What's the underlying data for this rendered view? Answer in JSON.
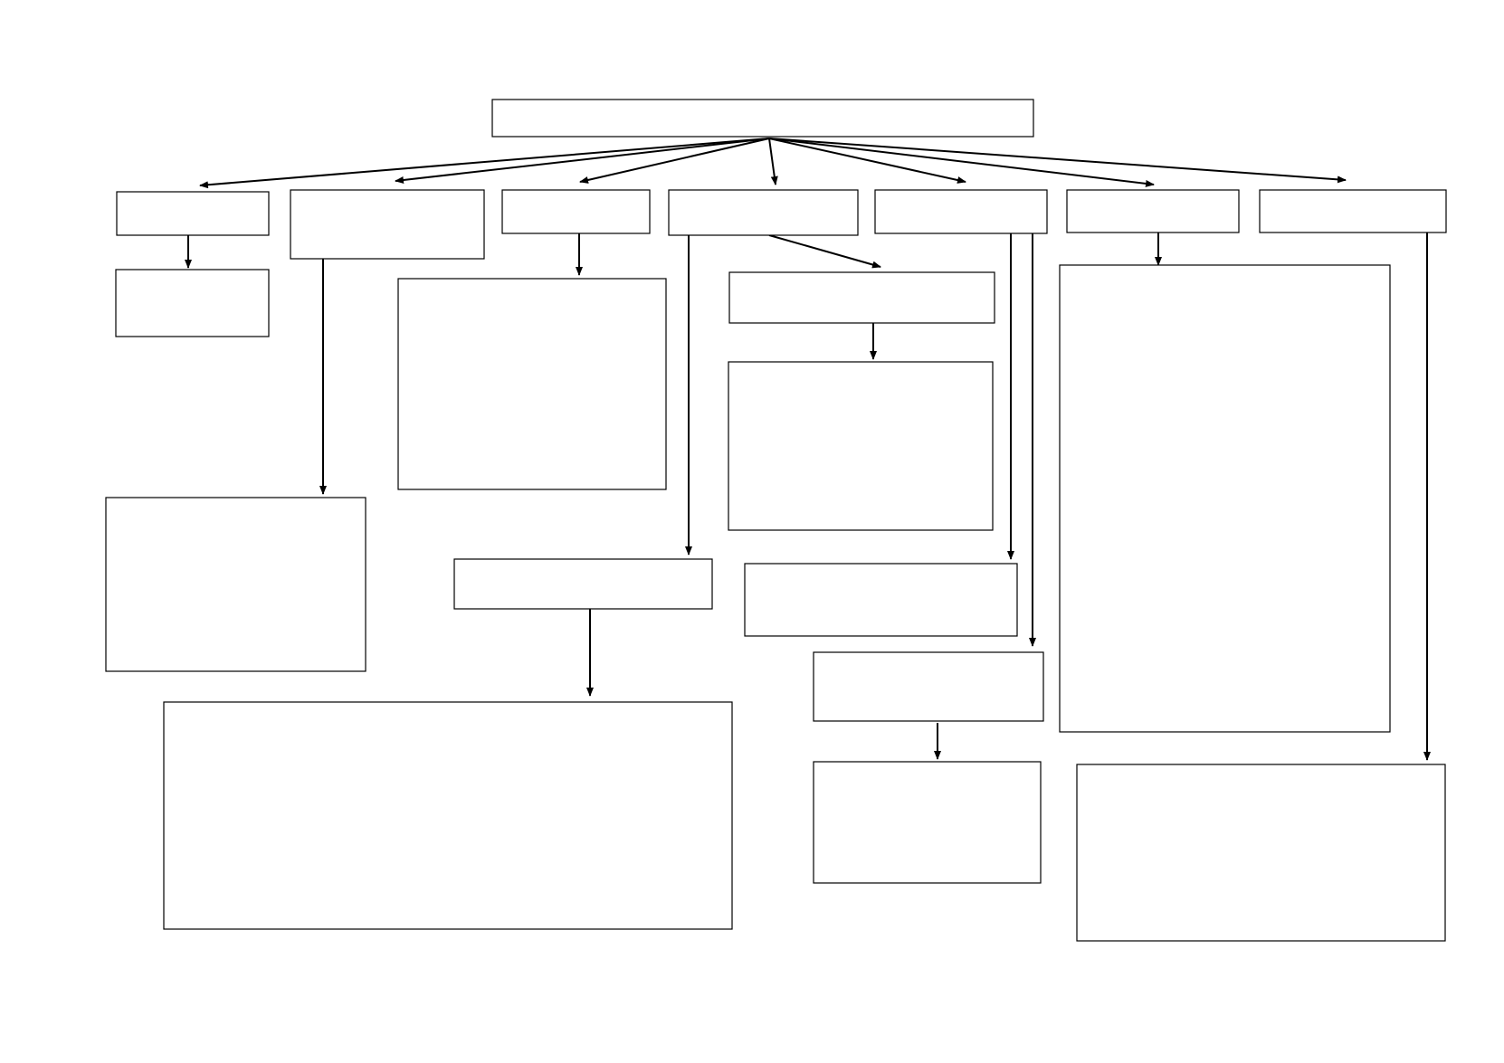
{
  "diagram": {
    "line_color": "#000000",
    "box_stroke": "#000000",
    "box_fill": "#ffffff",
    "nodes": [
      {
        "id": "root",
        "label": ""
      },
      {
        "id": "l1-a",
        "label": ""
      },
      {
        "id": "l1-b",
        "label": ""
      },
      {
        "id": "l1-c",
        "label": ""
      },
      {
        "id": "l1-d",
        "label": ""
      },
      {
        "id": "l1-e",
        "label": ""
      },
      {
        "id": "l1-f",
        "label": ""
      },
      {
        "id": "l1-g",
        "label": ""
      },
      {
        "id": "a-child",
        "label": ""
      },
      {
        "id": "b-child",
        "label": ""
      },
      {
        "id": "c-child",
        "label": ""
      },
      {
        "id": "d-child-1",
        "label": ""
      },
      {
        "id": "d-child-1-sub",
        "label": ""
      },
      {
        "id": "d-child-2",
        "label": ""
      },
      {
        "id": "d-child-2-sub",
        "label": ""
      },
      {
        "id": "e-child-1",
        "label": ""
      },
      {
        "id": "e-child-2",
        "label": ""
      },
      {
        "id": "e-child-2-sub",
        "label": ""
      },
      {
        "id": "f-child",
        "label": ""
      },
      {
        "id": "g-child",
        "label": ""
      }
    ],
    "edges": [
      {
        "from": "root",
        "to": "l1-a"
      },
      {
        "from": "root",
        "to": "l1-b"
      },
      {
        "from": "root",
        "to": "l1-c"
      },
      {
        "from": "root",
        "to": "l1-d"
      },
      {
        "from": "root",
        "to": "l1-e"
      },
      {
        "from": "root",
        "to": "l1-f"
      },
      {
        "from": "root",
        "to": "l1-g"
      },
      {
        "from": "l1-a",
        "to": "a-child"
      },
      {
        "from": "l1-b",
        "to": "b-child"
      },
      {
        "from": "l1-c",
        "to": "c-child"
      },
      {
        "from": "l1-d",
        "to": "d-child-1"
      },
      {
        "from": "d-child-1",
        "to": "d-child-1-sub"
      },
      {
        "from": "l1-d",
        "to": "d-child-2"
      },
      {
        "from": "d-child-2",
        "to": "d-child-2-sub"
      },
      {
        "from": "l1-e",
        "to": "e-child-1"
      },
      {
        "from": "l1-e",
        "to": "e-child-2"
      },
      {
        "from": "e-child-2",
        "to": "e-child-2-sub"
      },
      {
        "from": "l1-f",
        "to": "f-child"
      },
      {
        "from": "l1-g",
        "to": "g-child"
      }
    ]
  }
}
